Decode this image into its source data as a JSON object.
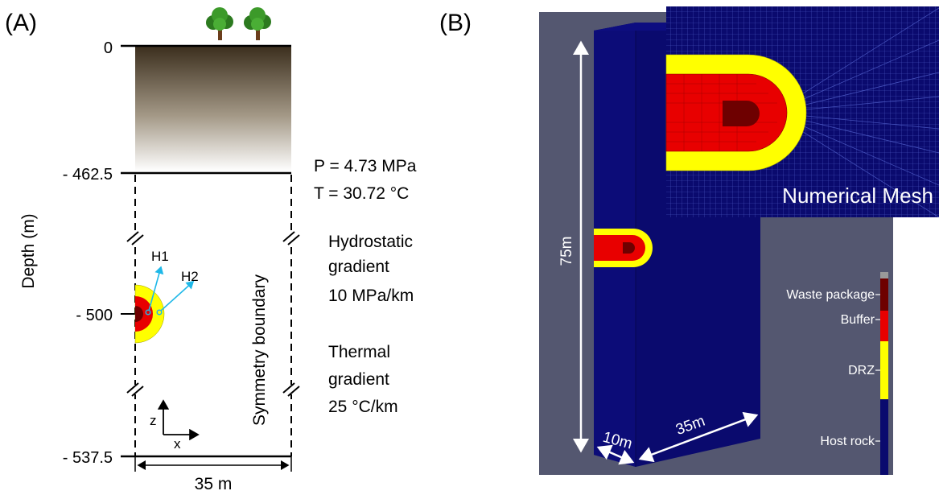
{
  "panel_a": {
    "label": "(A)",
    "y_axis_label": "Depth (m)",
    "depth_ticks": [
      "0",
      "- 462.5",
      "- 500",
      "- 537.5"
    ],
    "width_label": "35 m",
    "pressure": "P = 4.73 MPa",
    "temperature": "T = 30.72 °C",
    "hydro_lines": [
      "Hydrostatic",
      "gradient",
      "10 MPa/km"
    ],
    "thermal_lines": [
      "Thermal",
      "gradient",
      "25 °C/km"
    ],
    "symmetry_label": "Symmetry boundary",
    "point_labels": [
      "H1",
      "H2"
    ],
    "axis_z": "z",
    "axis_x": "x"
  },
  "panel_b": {
    "label": "(B)",
    "inset_label": "Numerical Mesh",
    "dim_height": "75m",
    "dim_depth": "10m",
    "dim_width": "35m",
    "legend": [
      "Waste package",
      "Buffer",
      "DRZ",
      "Host rock"
    ]
  },
  "colors": {
    "host_rock": "#0a0a6e",
    "drz": "#ffff00",
    "buffer": "#e80000",
    "waste_package": "#6e0000",
    "background_b": "#545770",
    "marker": "#1fb8e8"
  }
}
